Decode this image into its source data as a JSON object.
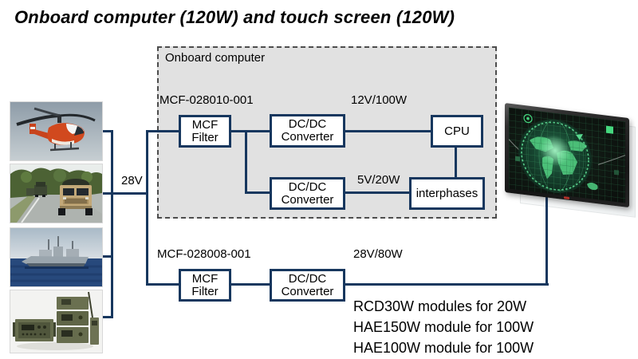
{
  "title": "Onboard computer (120W) and touch screen (120W)",
  "panel": {
    "label": "Onboard computer"
  },
  "bus": {
    "voltage": "28V"
  },
  "top_path": {
    "part_number": "MCF-028010-001",
    "output_power": "12V/100W",
    "aux_power": "5V/20W",
    "blocks": {
      "mcf_filter": {
        "l1": "MCF",
        "l2": "Filter"
      },
      "dcdc1": {
        "l1": "DC/DC",
        "l2": "Converter"
      },
      "dcdc2": {
        "l1": "DC/DC",
        "l2": "Converter"
      },
      "cpu": {
        "l1": "CPU"
      },
      "interphases": {
        "l1": "interphases"
      }
    }
  },
  "bottom_path": {
    "part_number": "MCF-028008-001",
    "output_power": "28V/80W",
    "blocks": {
      "mcf_filter": {
        "l1": "MCF",
        "l2": "Filter"
      },
      "dcdc": {
        "l1": "DC/DC",
        "l2": "Converter"
      }
    },
    "modules": [
      "RCD30W modules for 20W",
      "HAE150W module for 100W",
      "HAE100W module for 100W"
    ]
  },
  "photos": [
    "helicopter",
    "military-convoy",
    "navy-ship",
    "field-radio-equipment"
  ],
  "screen": {
    "name": "touch-screen-radar-display"
  },
  "colors": {
    "wire": "#17375e",
    "panel_bg": "#e1e1e1",
    "panel_border": "#4d4d4d",
    "radar_green": "#45d77e"
  }
}
